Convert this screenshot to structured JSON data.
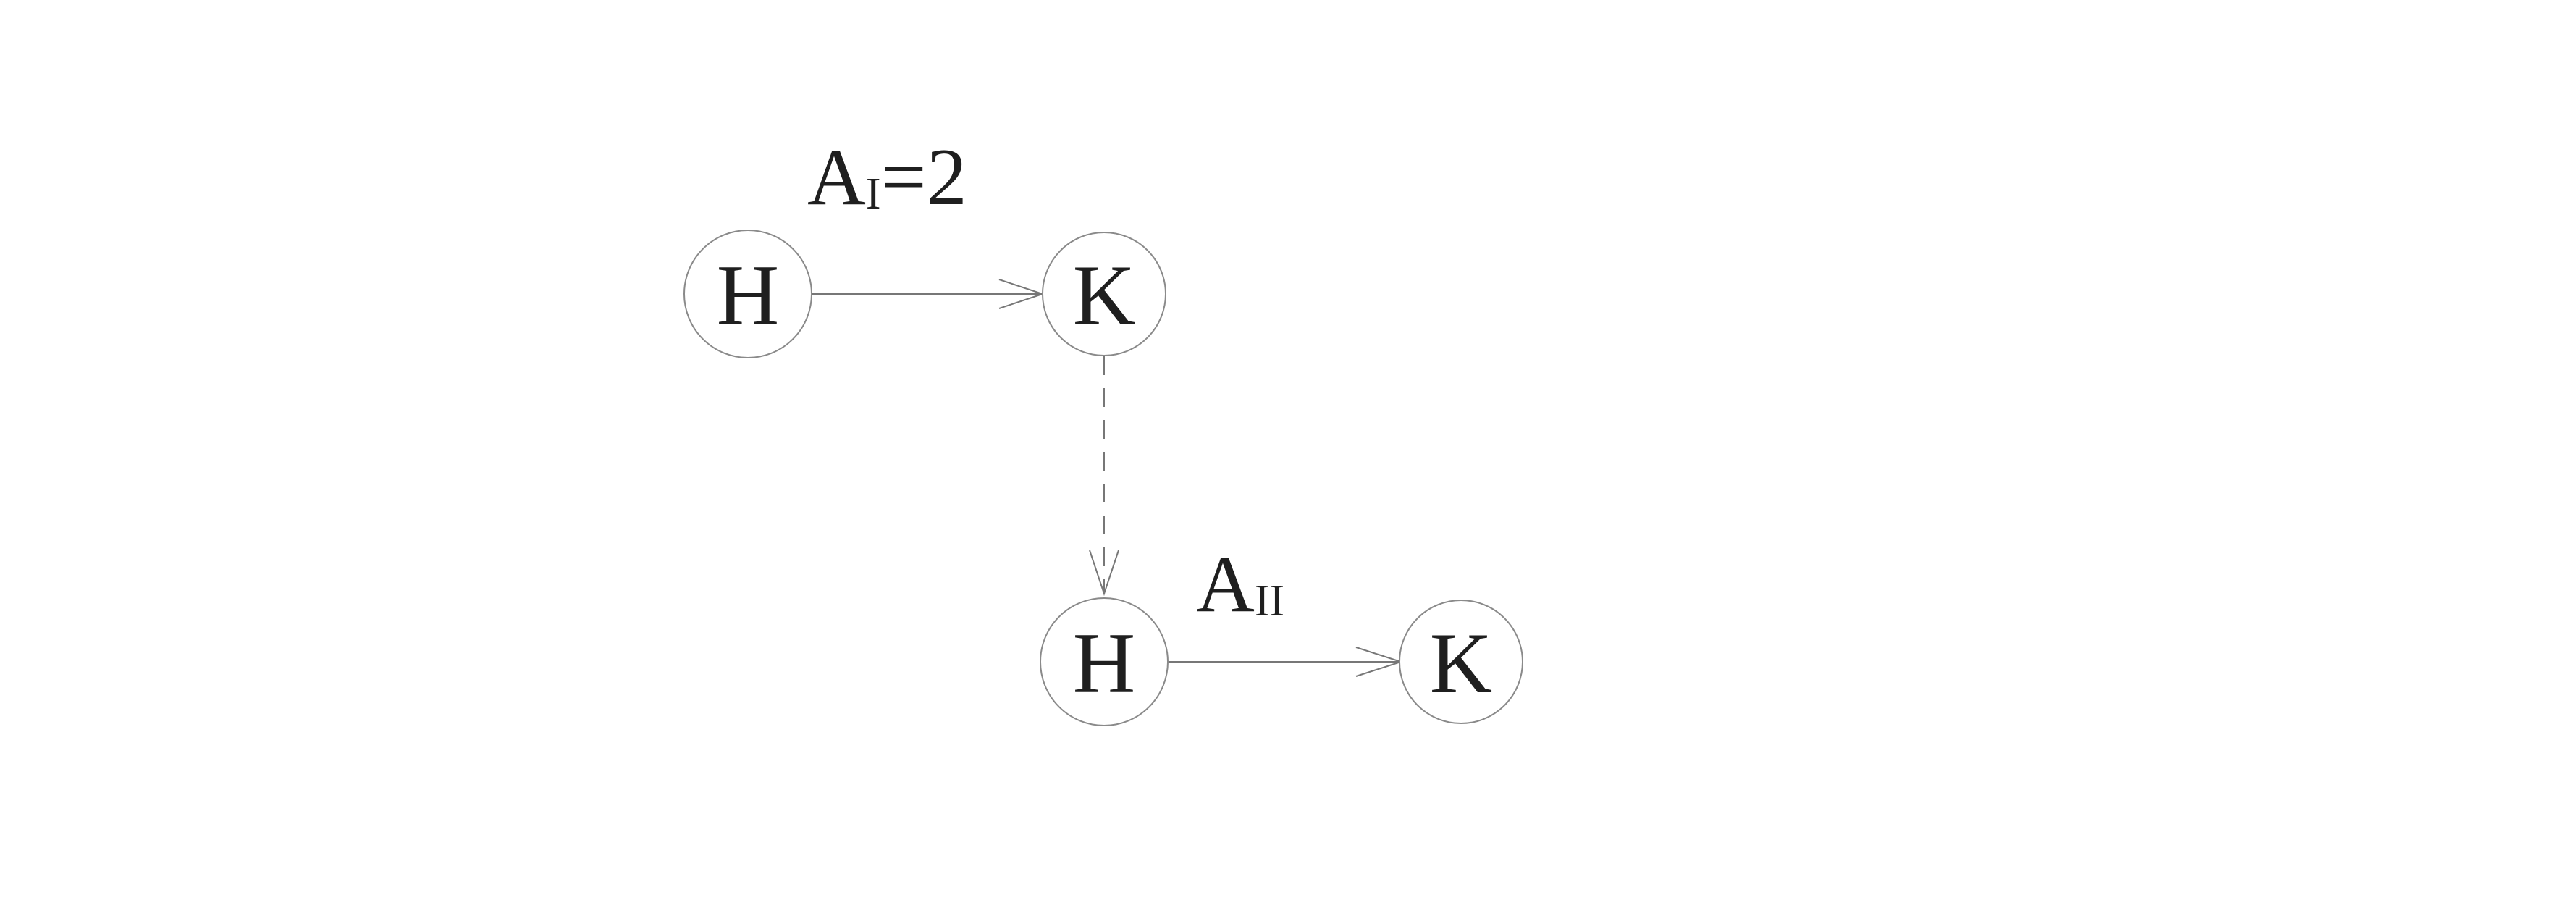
{
  "diagram": {
    "nodes": [
      {
        "id": "n1",
        "label": "H"
      },
      {
        "id": "n2",
        "label": "K"
      },
      {
        "id": "n3",
        "label": "H"
      },
      {
        "id": "n4",
        "label": "K"
      }
    ],
    "edges": [
      {
        "from": "n1",
        "to": "n2",
        "style": "solid",
        "label": {
          "main": "A",
          "sub": "I",
          "suffix": "=2"
        }
      },
      {
        "from": "n2",
        "to": "n3",
        "style": "dashed"
      },
      {
        "from": "n3",
        "to": "n4",
        "style": "solid",
        "label": {
          "main": "A",
          "sub": "II",
          "suffix": ""
        }
      }
    ]
  }
}
